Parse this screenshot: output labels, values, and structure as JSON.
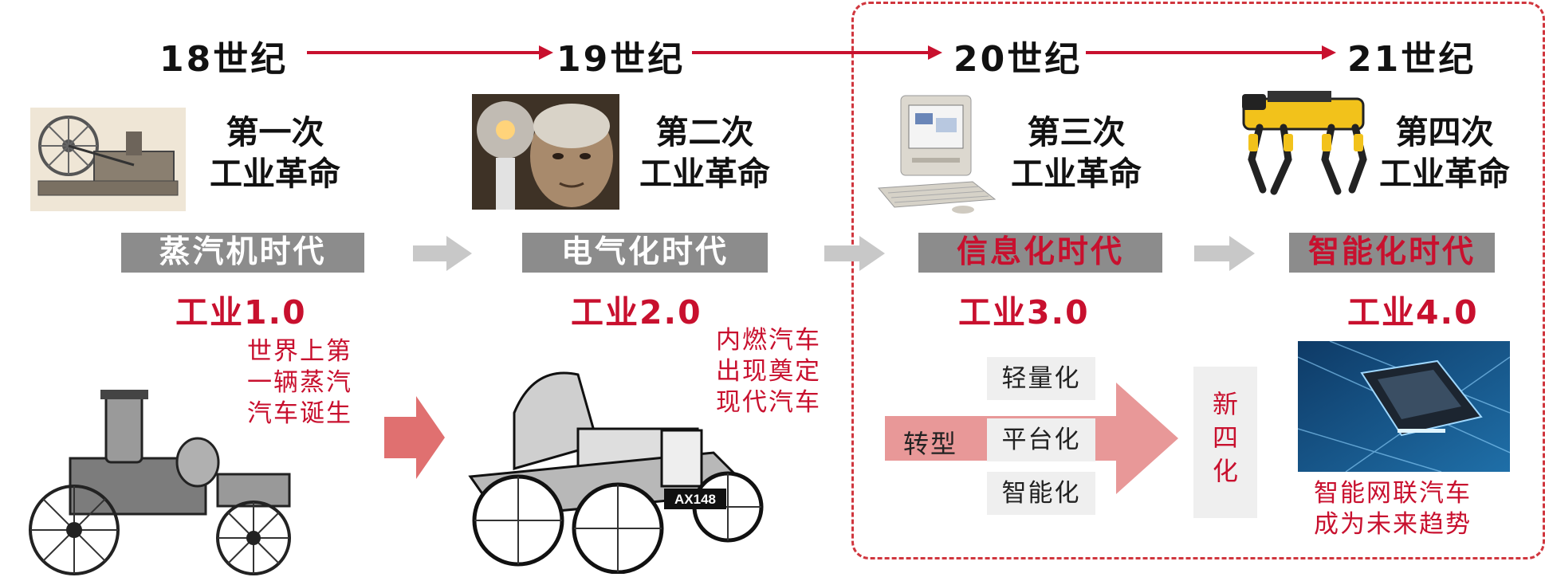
{
  "colors": {
    "accent_red": "#c8102e",
    "gray_band": "#8c8c8c",
    "light_gray": "#efefef",
    "arrow_gray": "#c8c8c8",
    "arrow_pink": "#e07070"
  },
  "centuries": [
    "18世纪",
    "19世纪",
    "20世纪",
    "21世纪"
  ],
  "revolutions": [
    {
      "line1": "第一次",
      "line2": "工业革命"
    },
    {
      "line1": "第二次",
      "line2": "工业革命"
    },
    {
      "line1": "第三次",
      "line2": "工业革命"
    },
    {
      "line1": "第四次",
      "line2": "工业革命"
    }
  ],
  "eras": [
    "蒸汽机时代",
    "电气化时代",
    "信息化时代",
    "智能化时代"
  ],
  "industries": [
    "工业1.0",
    "工业2.0",
    "工业3.0",
    "工业4.0"
  ],
  "notes": {
    "steam_car": [
      "世界上第",
      "一辆蒸汽",
      "汽车诞生"
    ],
    "ice_car": [
      "内燃汽车",
      "出现奠定",
      "现代汽车"
    ],
    "smart_car": [
      "智能网联汽车",
      "成为未来趋势"
    ]
  },
  "transform": {
    "label": "转型",
    "tags": [
      "轻量化",
      "平台化",
      "智能化"
    ],
    "result": [
      "新",
      "四",
      "化"
    ]
  },
  "images": {
    "steam_engine": "steam-engine-drawing",
    "edison": "edison-lightbulb-photo",
    "computer": "desktop-computer-photo",
    "robot_dog": "robot-dog-photo",
    "steam_car": "steam-fire-engine-drawing",
    "old_car": "vintage-automobile-drawing",
    "smart_car": "smart-connected-car-render",
    "plate_text": "AX148"
  }
}
